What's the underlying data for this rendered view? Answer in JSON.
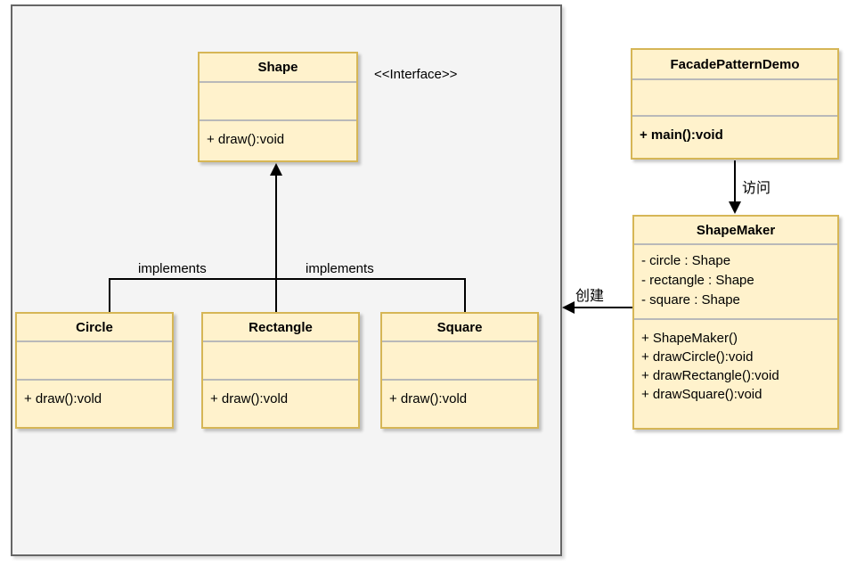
{
  "diagram": {
    "labels": {
      "interface_stereotype": "<<Interface>>",
      "implements_left": "implements",
      "implements_right": "implements",
      "access": "访问",
      "create": "创建"
    },
    "classes": {
      "shape": {
        "title": "Shape",
        "methods": [
          "+ draw():void"
        ]
      },
      "circle": {
        "title": "Circle",
        "methods": [
          "+ draw():vold"
        ]
      },
      "rectangle": {
        "title": "Rectangle",
        "methods": [
          "+ draw():vold"
        ]
      },
      "square": {
        "title": "Square",
        "methods": [
          "+ draw():vold"
        ]
      },
      "facade_pattern_demo": {
        "title": "FacadePatternDemo",
        "methods": [
          "+ main():void"
        ]
      },
      "shape_maker": {
        "title": "ShapeMaker",
        "attributes": [
          "- circle : Shape",
          "- rectangle : Shape",
          "- square : Shape"
        ],
        "methods": [
          "+ ShapeMaker()",
          "+ drawCircle():void",
          "+ drawRectangle():void",
          "+ drawSquare():void"
        ]
      }
    },
    "colors": {
      "class_fill": "#FFF2CC",
      "class_border": "#D6B656",
      "boundary_fill": "#F4F4F4",
      "boundary_border": "#666666",
      "separator": "#B9B9B9",
      "line": "#000000"
    }
  }
}
